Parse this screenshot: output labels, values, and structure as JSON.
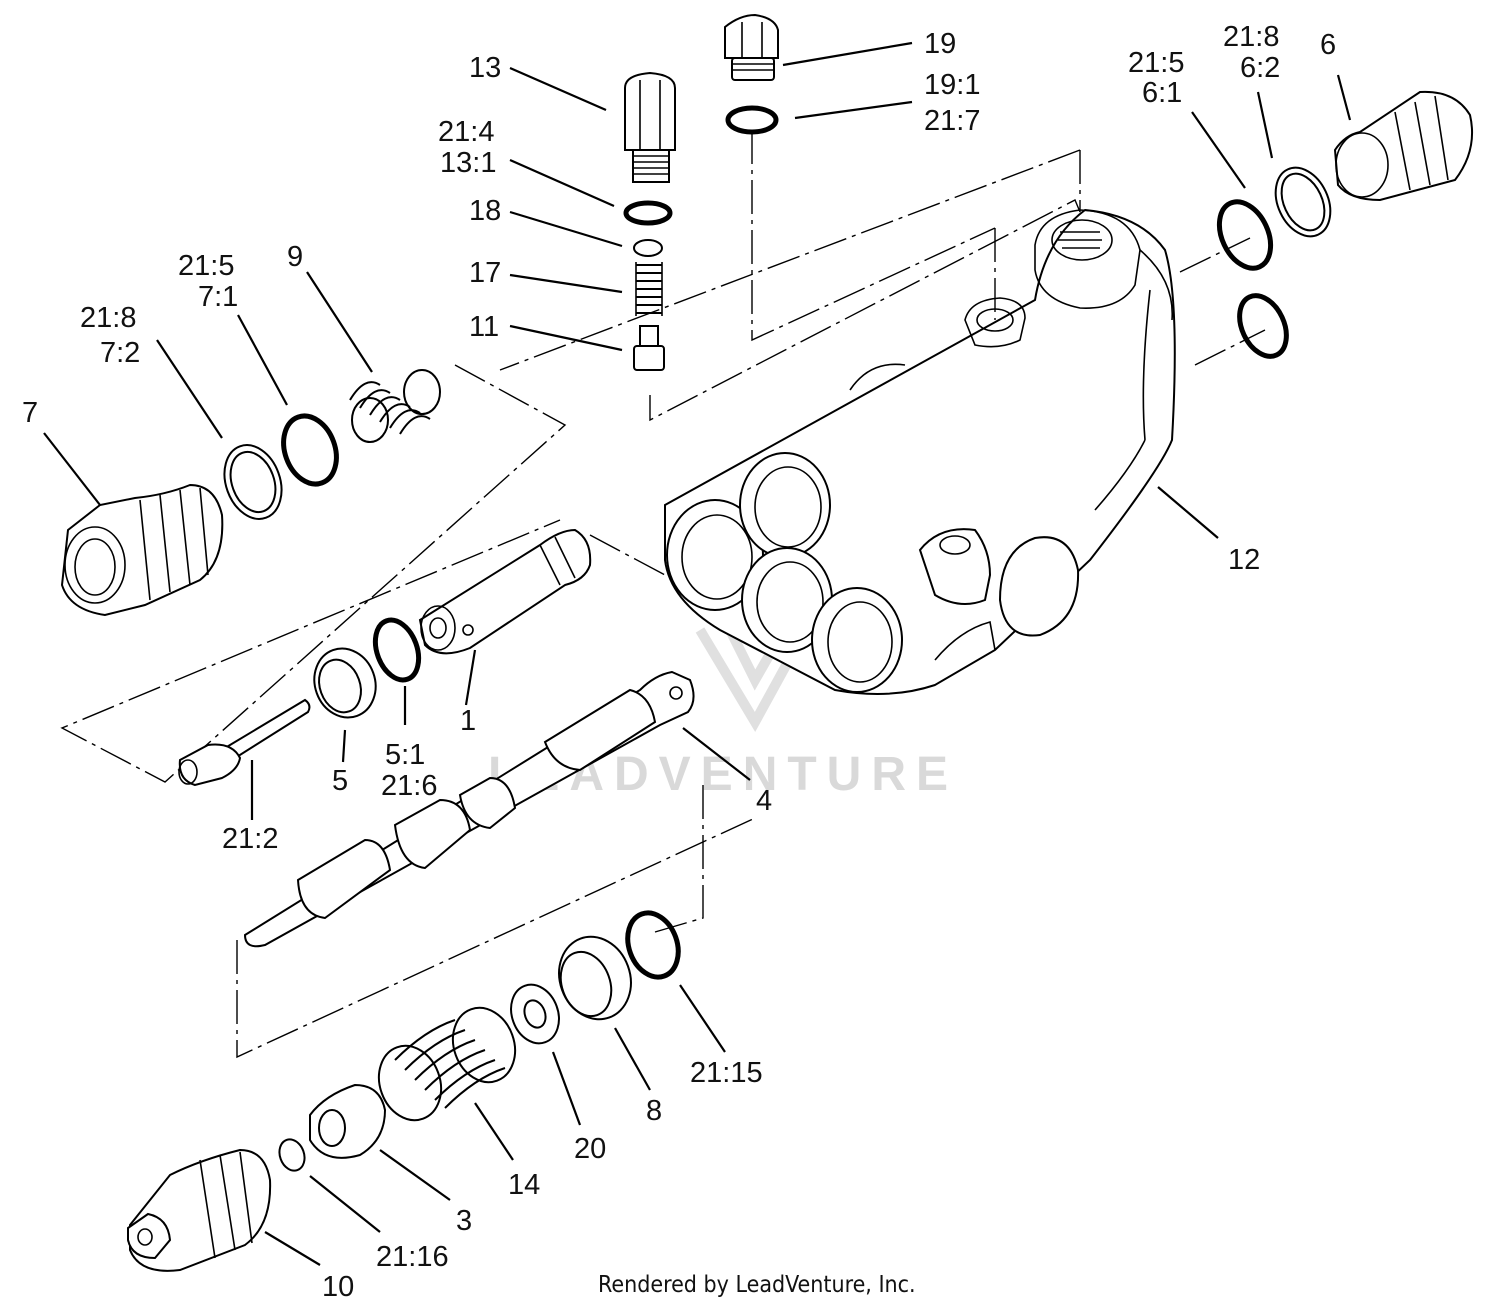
{
  "labels": {
    "p1": "1",
    "p3": "3",
    "p4": "4",
    "p5": "5",
    "p6": "6",
    "p7": "7",
    "p8": "8",
    "p9": "9",
    "p10": "10",
    "p11": "11",
    "p12": "12",
    "p13": "13",
    "p14": "14",
    "p17": "17",
    "p18": "18",
    "p19": "19",
    "p20": "20",
    "p19_1": "19:1",
    "p21_7": "21:7",
    "p21_4": "21:4",
    "p13_1": "13:1",
    "p21_5_right": "21:5",
    "p6_1": "6:1",
    "p21_8_right": "21:8",
    "p6_2": "6:2",
    "p21_5_left": "21:5",
    "p7_1": "7:1",
    "p21_8_left": "21:8",
    "p7_2": "7:2",
    "p5_1": "5:1",
    "p21_6": "21:6",
    "p21_2": "21:2",
    "p21_15": "21:15",
    "p21_16": "21:16"
  },
  "watermark": "LEADVENTURE",
  "credit": "Rendered by LeadVenture, Inc."
}
